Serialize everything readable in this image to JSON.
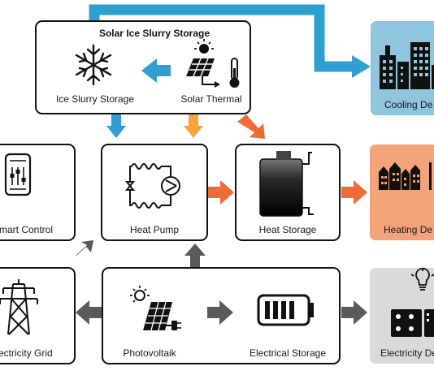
{
  "colors": {
    "blue": "#2e9fcf",
    "orange": "#f06a36",
    "light_orange": "#f3a33b",
    "gray_arrow": "#5a5a5a",
    "cooling_bg": "#8fc5dd",
    "heating_bg": "#f3a37a",
    "electricity_bg": "#dadada"
  },
  "storage_group": {
    "title": "Solar Ice Slurry Storage",
    "ice_label": "Ice Slurry Storage",
    "solar_label": "Solar Thermal"
  },
  "nodes": {
    "smart_control": "mart Control",
    "heat_pump": "Heat Pump",
    "heat_storage": "Heat Storage",
    "grid": "ectricity Grid",
    "photovoltaik": "Photovoltaik",
    "electrical_storage": "Electrical Storage"
  },
  "demands": {
    "cooling": "Cooling De",
    "heating": "Heating De",
    "electricity": "Electricity De"
  },
  "icons": [
    "snowflake-icon",
    "solar-thermal-icon",
    "thermometer-icon",
    "smartphone-icon",
    "heat-pump-icon",
    "tank-icon",
    "pylon-icon",
    "photovoltaik-icon",
    "battery-icon",
    "city-icon",
    "lightbulb-icon",
    "appliance-icon"
  ]
}
